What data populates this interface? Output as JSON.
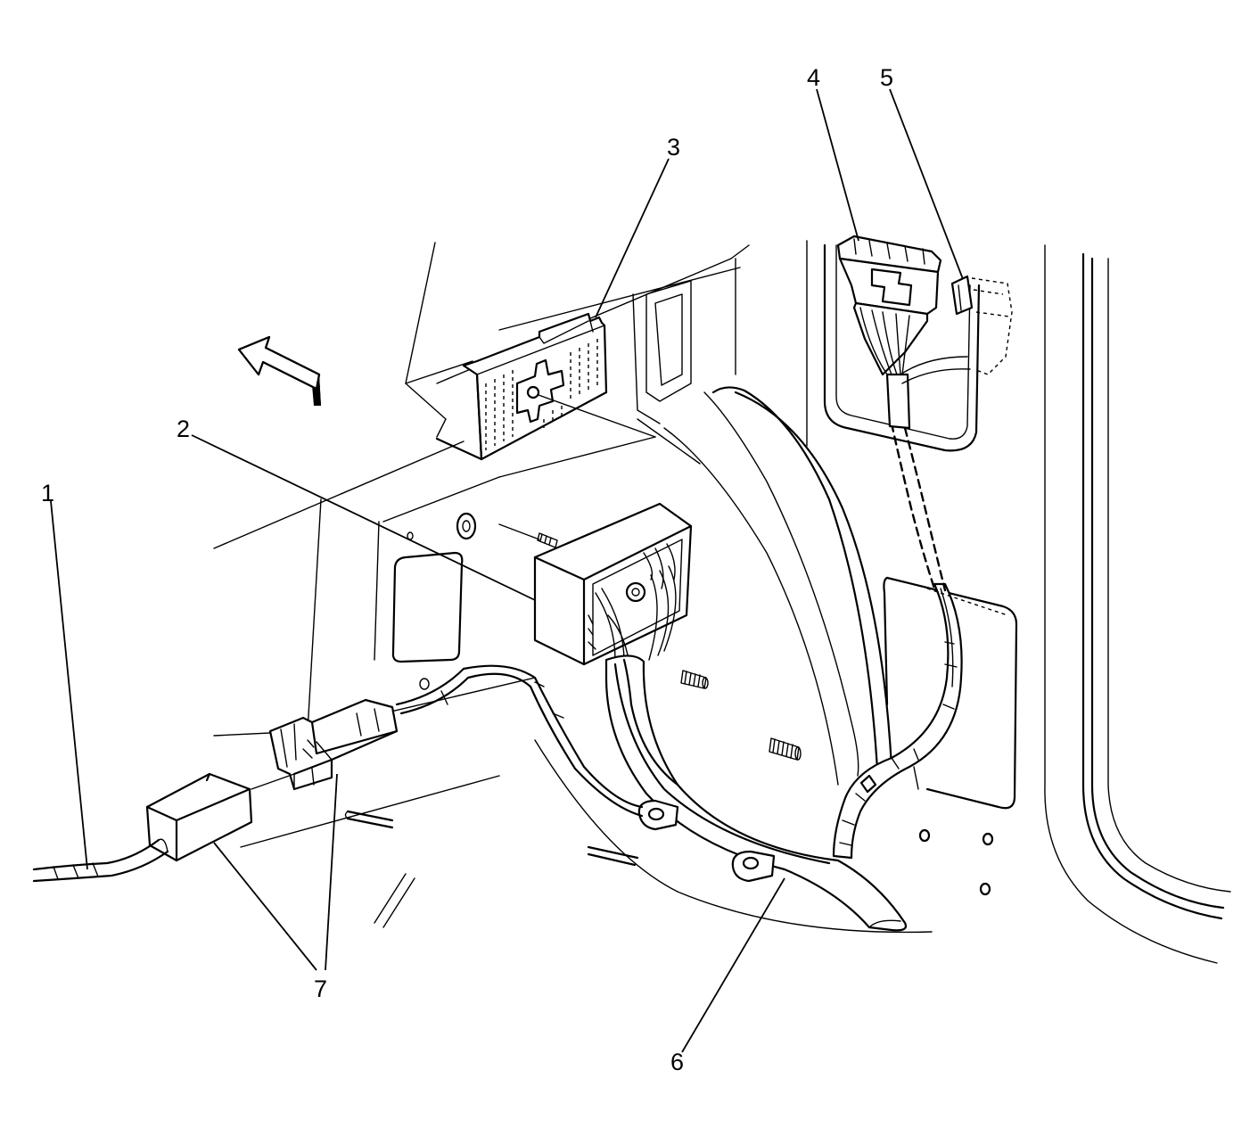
{
  "callouts": [
    {
      "id": "1",
      "label": "1"
    },
    {
      "id": "2",
      "label": "2"
    },
    {
      "id": "3",
      "label": "3"
    },
    {
      "id": "4",
      "label": "4"
    },
    {
      "id": "5",
      "label": "5"
    },
    {
      "id": "6",
      "label": "6"
    },
    {
      "id": "7",
      "label": "7"
    }
  ],
  "icons": {
    "direction_arrow": "forward-arrow-icon"
  }
}
